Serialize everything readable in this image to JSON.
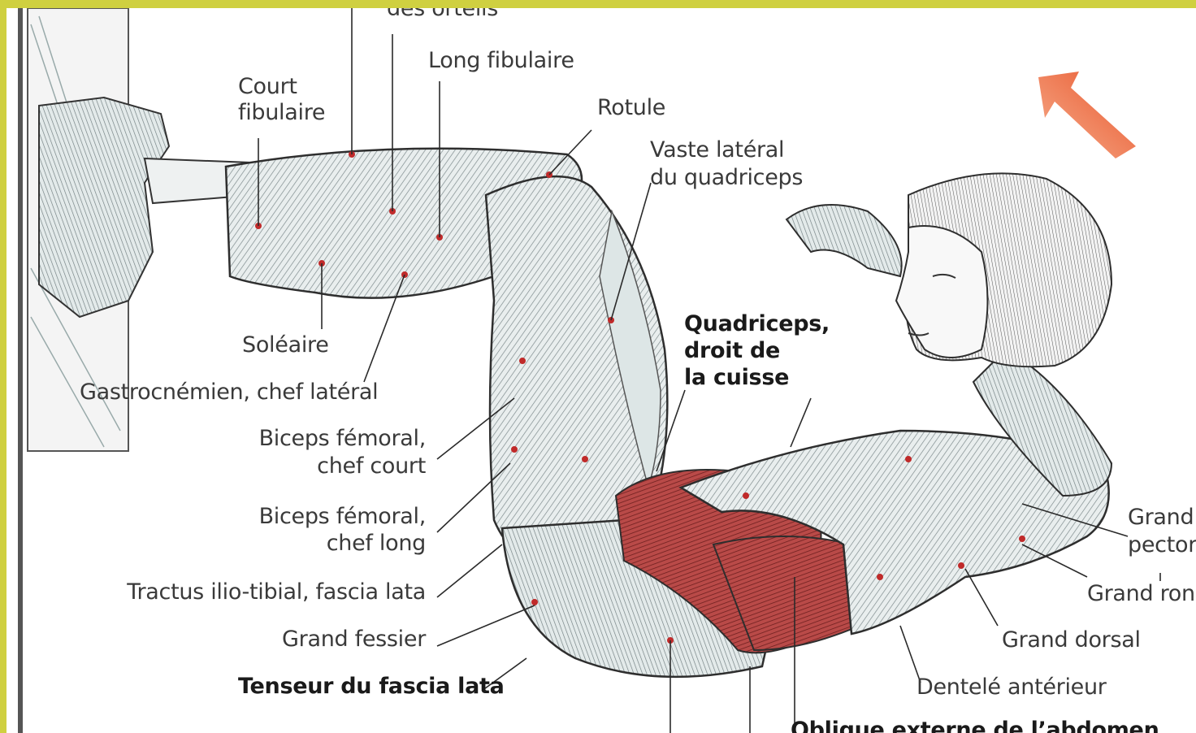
{
  "accent_colors": {
    "muscle_red": "#b83a3a",
    "arrow_orange": "#ef6a3a",
    "border_yellow": "#cfd040"
  },
  "labels": {
    "top_cut": "des orteils",
    "long_fibulaire": "Long fibulaire",
    "court_fibulaire_1": "Court",
    "court_fibulaire_2": "fibulaire",
    "rotule": "Rotule",
    "vaste_1": "Vaste latéral",
    "vaste_2": "du quadriceps",
    "quad_1": "Quadriceps,",
    "quad_2": "droit de",
    "quad_3": "la cuisse",
    "soleaire": "Soléaire",
    "gastroc": "Gastrocnémien, chef latéral",
    "bic_court_1": "Biceps fémoral,",
    "bic_court_2": "chef court",
    "bic_long_1": "Biceps fémoral,",
    "bic_long_2": "chef long",
    "tractus": "Tractus ilio-tibial, fascia lata",
    "grand_fessier": "Grand fessier",
    "tenseur": "Tenseur du fascia lata",
    "grand_pect_1": "Grand",
    "grand_pect_2": "pectora",
    "grand_rond": "Grand ron",
    "grand_dorsal": "Grand dorsal",
    "dentele": "Dentelé antérieur",
    "oblique": "Oblique externe de l’abdomen"
  }
}
